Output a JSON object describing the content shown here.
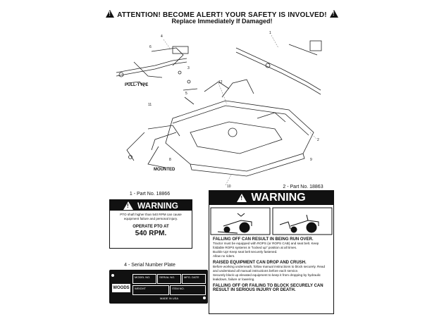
{
  "header": {
    "line1": "ATTENTION! BECOME ALERT! YOUR SAFETY IS INVOLVED!",
    "line2": "Replace Immediately If Damaged!"
  },
  "diagram": {
    "label_pull_type": "PULL-TYPE",
    "label_mounted": "MOUNTED",
    "callouts": [
      "4",
      "1",
      "2",
      "3",
      "5",
      "6",
      "11",
      "12",
      "8",
      "9",
      "10"
    ]
  },
  "decal1": {
    "part_label": "1 - Part No. 18866",
    "warning": "WARNING",
    "text1": "PTO shaft higher than 540 RPM can cause equipment failure and personal injury.",
    "text2": "OPERATE PTO AT",
    "text3": "540 RPM."
  },
  "decal2": {
    "part_label": "2 - Part No. 18863",
    "warning": "WARNING",
    "h1": "FALLING OFF CAN RESULT IN BEING RUN OVER.",
    "b1a": "Tractor must be equipped with ROPS (or ROPS CAB) and seat belt. Keep foldable ROPS systems in \"locked up\" position at all times.",
    "b1b": "Buckle Up! Keep seat belt securely fastened.",
    "b1c": "Allow no riders.",
    "h2": "RAISED EQUIPMENT CAN DROP AND CRUSH.",
    "b2a": "Before working underneath, follow manual instructions to block securely. Read and understand all manual instructions before each service.",
    "b2b": "Securely block up elevated equipment to keep it from dropping by hydraulic leakdown, failure or lowering.",
    "h3": "FALLING OFF OR FAILING TO BLOCK SECURELY CAN RESULT IN SERIOUS INJURY OR DEATH."
  },
  "plate": {
    "part_label": "4 - Serial Number Plate",
    "logo": "WOODS",
    "f1": "MODEL NO.",
    "f2": "SERIAL NO.",
    "f3": "MFG. DATE",
    "f4": "WEIGHT",
    "f5": "ITEM NO.",
    "f6": "MADE IN USA"
  }
}
